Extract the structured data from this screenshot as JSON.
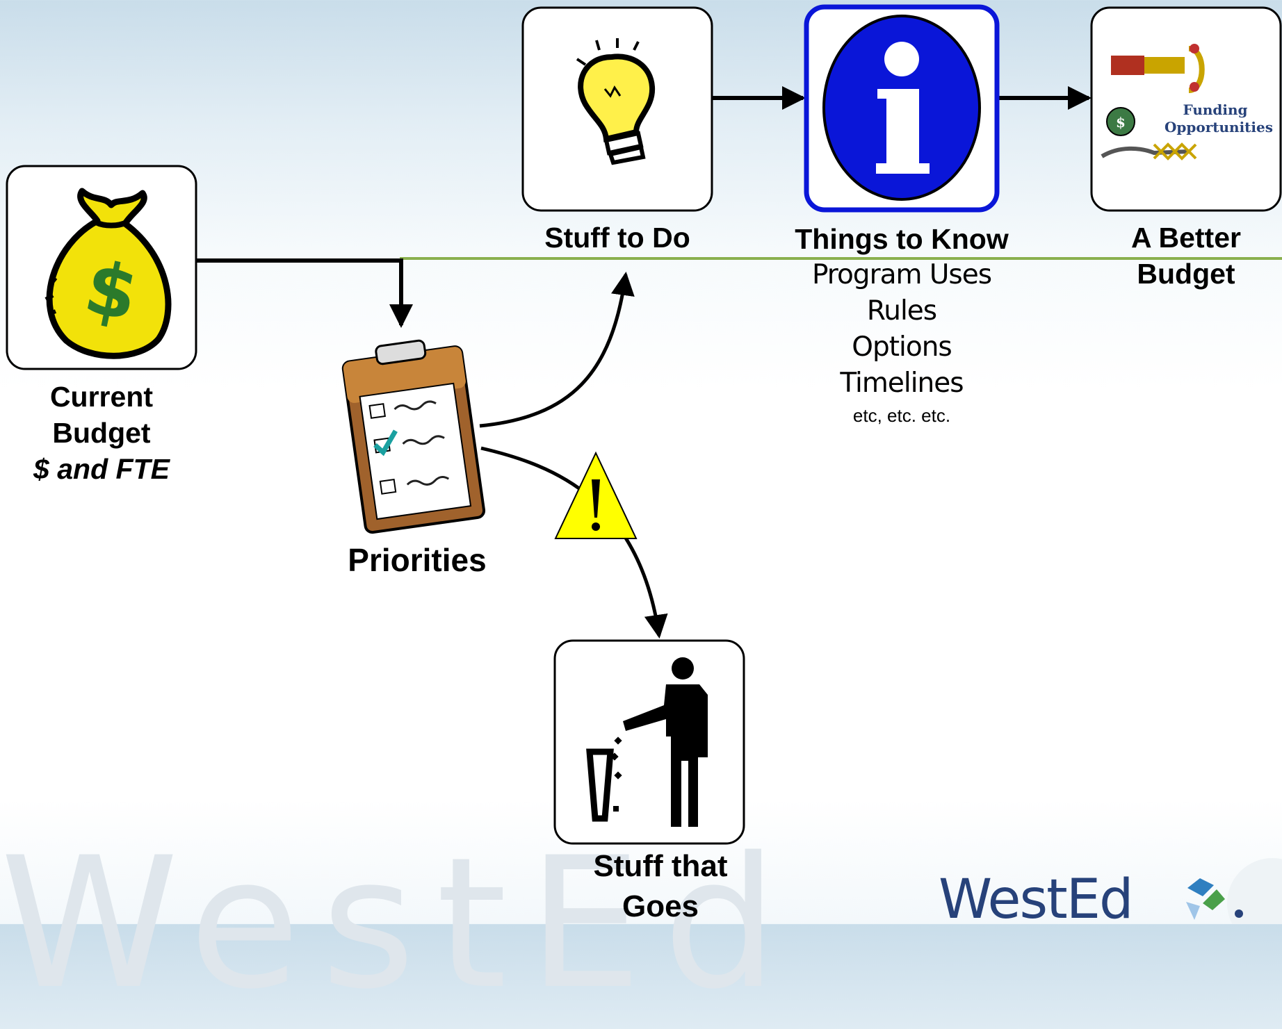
{
  "nodes": {
    "current_budget": {
      "title_line1": "Current",
      "title_line2": "Budget",
      "subtitle": "$ and FTE"
    },
    "priorities": {
      "title": "Priorities"
    },
    "stuff_to_do": {
      "title": "Stuff to Do"
    },
    "things_to_know": {
      "title": "Things to Know",
      "items": [
        "Program Uses",
        "Rules",
        "Options",
        "Timelines"
      ],
      "footnote": "etc, etc. etc."
    },
    "better_budget": {
      "title_line1": "A Better",
      "title_line2": "Budget",
      "image_text_line1": "Funding",
      "image_text_line2": "Opportunities"
    },
    "stuff_that_goes": {
      "title_line1": "Stuff that",
      "title_line2": "Goes"
    }
  },
  "branding": {
    "logo": "WestEd",
    "watermark": "WestEd"
  },
  "colors": {
    "accent_line": "#8ab04e",
    "info_blue": "#0a16d8",
    "warning_yellow": "#ffff00",
    "money_bag": "#f2e20a",
    "logo_blue": "#27427a"
  }
}
